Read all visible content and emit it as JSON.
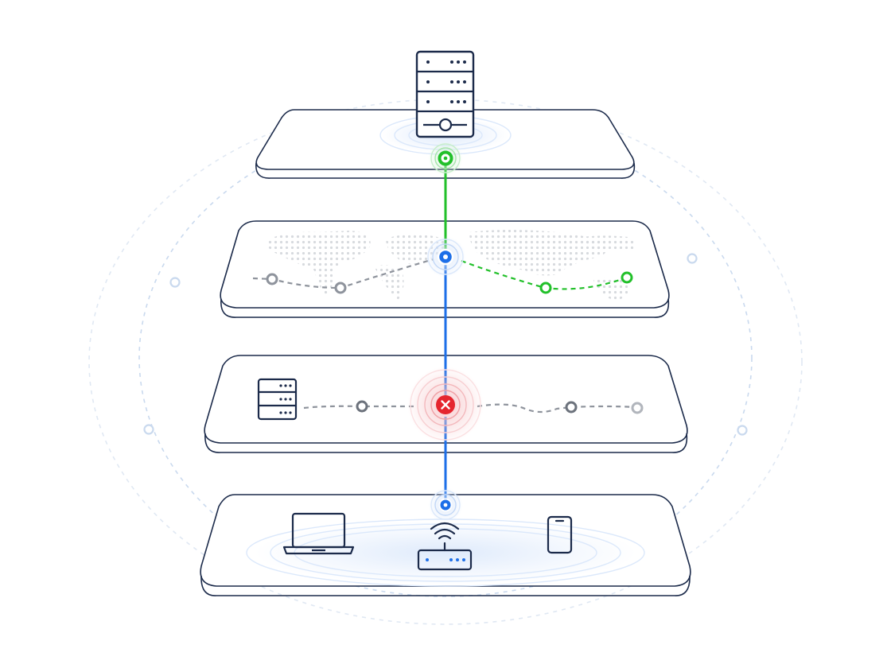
{
  "colors": {
    "outline": "#1b2a4a",
    "ok": "#22c02a",
    "link": "#1d6fe8",
    "error": "#e5252e",
    "neutral": "#8e939c",
    "orbit": "#c9d9ee",
    "halo_blue": "#dbe8fb",
    "halo_red": "#f7c9cc",
    "map_dots": "#d3d6db"
  },
  "layers": [
    {
      "id": "cloud",
      "role": "server layer",
      "link_status": "ok"
    },
    {
      "id": "internet",
      "role": "global routing layer",
      "link_status": "ok"
    },
    {
      "id": "isp",
      "role": "provider layer",
      "link_status": "error"
    },
    {
      "id": "local",
      "role": "local network layer",
      "link_status": "ok"
    }
  ],
  "icons": {
    "server_tower": "server-tower-icon",
    "server_rack": "server-rack-icon",
    "laptop": "laptop-icon",
    "router": "wifi-router-icon",
    "phone": "smartphone-icon",
    "error_mark": "x-mark-icon"
  }
}
